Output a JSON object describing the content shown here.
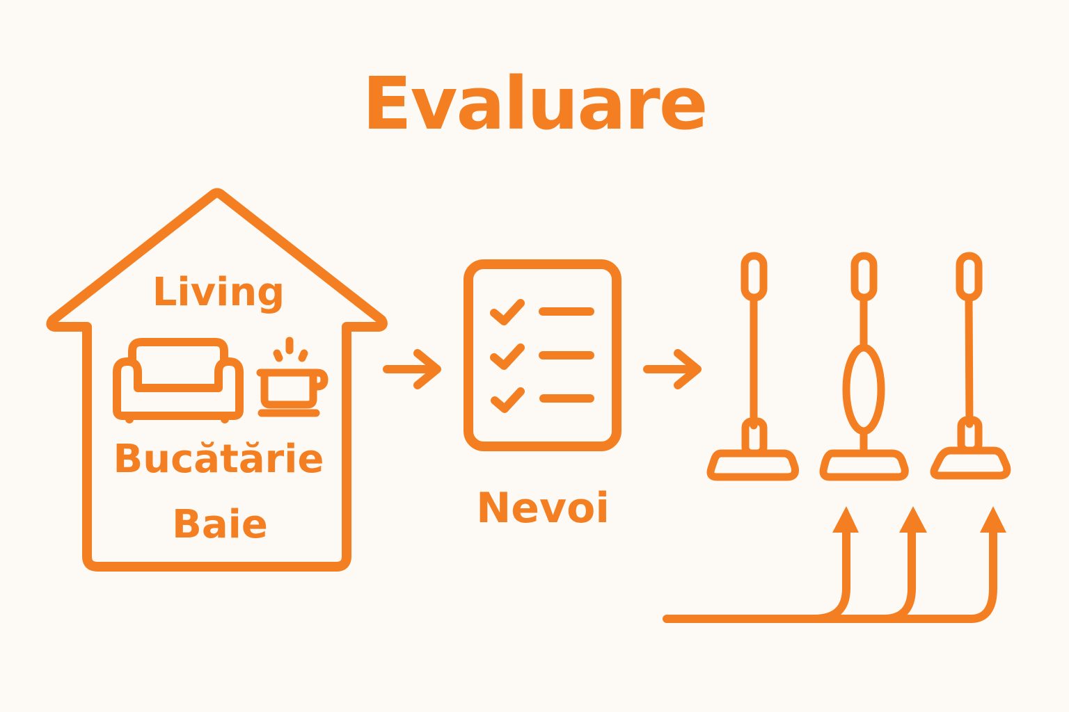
{
  "title": "Evaluare",
  "colors": {
    "accent": "#f47f22",
    "background": "#fdfaf5"
  },
  "house": {
    "rooms": [
      "Living",
      "Bucătărie",
      "Baie"
    ],
    "icons": [
      "sofa-icon",
      "pot-icon"
    ]
  },
  "needs": {
    "label": "Nevoi",
    "icon": "checklist-icon",
    "items": 3
  },
  "devices": {
    "icons": [
      "stick-mop-icon",
      "upright-vacuum-icon",
      "flat-mop-icon"
    ]
  },
  "flow": [
    "house",
    "arrow",
    "needs",
    "arrow",
    "devices"
  ]
}
